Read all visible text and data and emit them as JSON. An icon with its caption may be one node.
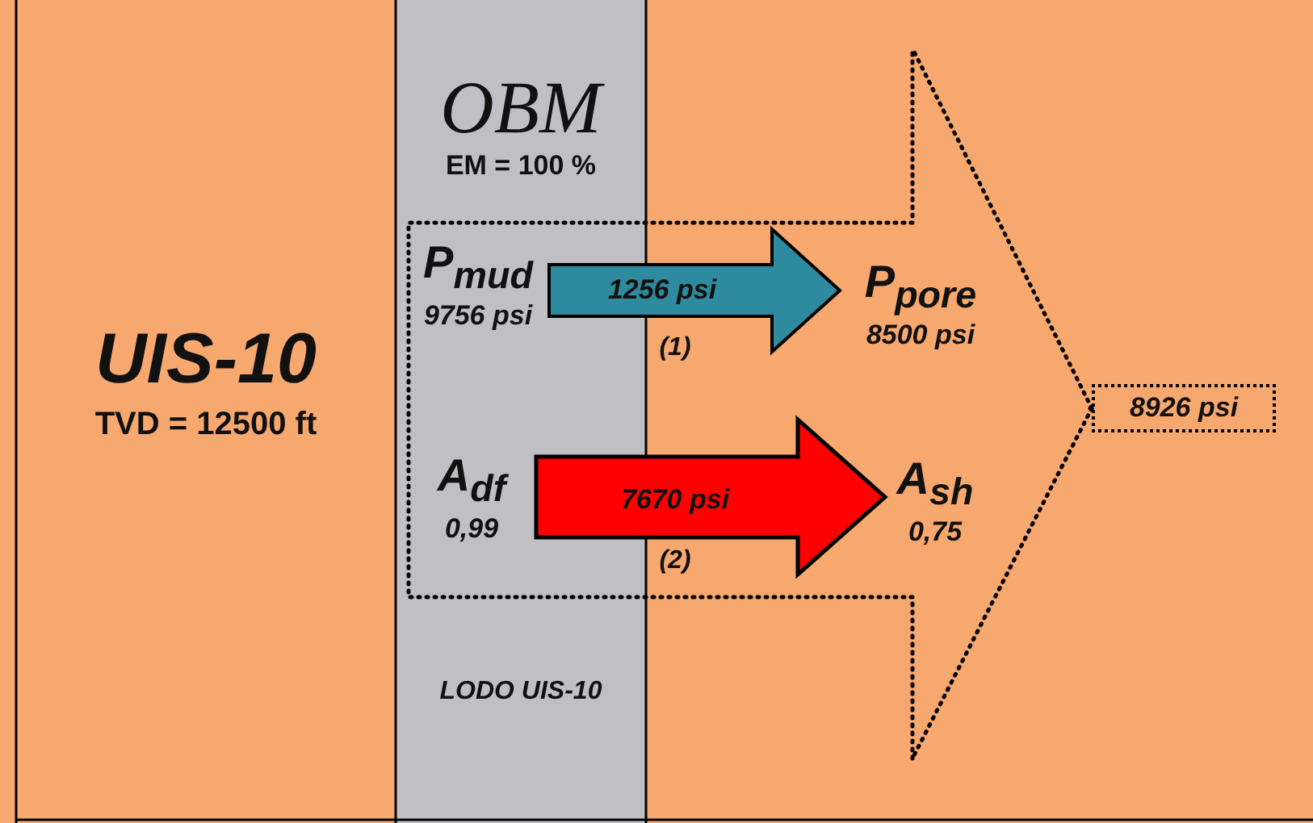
{
  "diagram": {
    "nodes": [
      {
        "text": [
          "UIS-10",
          "TVD = 12500 ft"
        ]
      },
      {
        "text": [
          "OBM",
          "EM = 100 %",
          "LODO UIS-10"
        ]
      },
      {
        "text": [
          "P$_{mud}$",
          "9756 psi"
        ],
        "in": 1
      },
      {
        "text": [
          "P$_{pore}$",
          "8500 psi"
        ]
      },
      {
        "text": [
          "A$_{df}$",
          "0,99"
        ],
        "in": 1
      },
      {
        "text": [
          "A$_{sh}$",
          "0,75"
        ]
      },
      {
        "text": [
          "8926 psi"
        ]
      }
    ],
    "edges": [
      {
        "from": 2,
        "to": 3,
        "arrow": "to",
        "label": "1256 psi",
        "color": "#2e8a9e"
      },
      {
        "from": 4,
        "to": 5,
        "arrow": "to",
        "label": "7670 psi",
        "style": "thick",
        "color": "#ff0000"
      },
      {
        "from": null,
        "to": 6,
        "arrow": "to",
        "style": "dashed",
        "color": "#000000"
      }
    ],
    "labels": [
      "(1)",
      "(2)"
    ]
  }
}
